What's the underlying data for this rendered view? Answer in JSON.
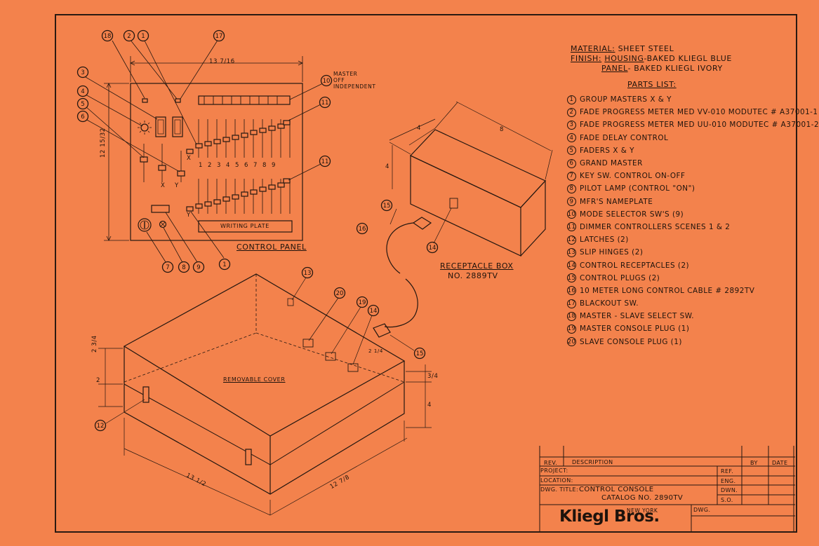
{
  "spec": {
    "material_label": "MATERIAL:",
    "material_value": "SHEET STEEL",
    "finish_label": "FINISH:",
    "housing_label": "HOUSING",
    "housing_value": "-BAKED KLIEGL BLUE",
    "panel_label": "PANEL",
    "panel_value": "- BAKED KLIEGL IVORY"
  },
  "parts_list": {
    "title": "PARTS LIST:",
    "items": [
      {
        "num": "1",
        "label": "GROUP MASTERS X & Y"
      },
      {
        "num": "2",
        "label": "FADE PROGRESS METER MED VV-010 MODUTEC # A37001-1"
      },
      {
        "num": "3",
        "label": "FADE PROGRESS METER MED UU-010 MODUTEC # A37001-2"
      },
      {
        "num": "4",
        "label": "FADE DELAY CONTROL"
      },
      {
        "num": "5",
        "label": "FADERS X & Y"
      },
      {
        "num": "6",
        "label": "GRAND MASTER"
      },
      {
        "num": "7",
        "label": "KEY SW. CONTROL ON-OFF"
      },
      {
        "num": "8",
        "label": "PILOT LAMP (CONTROL \"ON\")"
      },
      {
        "num": "9",
        "label": "MFR'S NAMEPLATE"
      },
      {
        "num": "10",
        "label": "MODE SELECTOR SW'S (9)"
      },
      {
        "num": "11",
        "label": "DIMMER CONTROLLERS SCENES 1 & 2"
      },
      {
        "num": "12",
        "label": "LATCHES (2)"
      },
      {
        "num": "13",
        "label": "SLIP HINGES (2)"
      },
      {
        "num": "14",
        "label": "CONTROL RECEPTACLES (2)"
      },
      {
        "num": "15",
        "label": "CONTROL PLUGS (2)"
      },
      {
        "num": "16",
        "label": "10 METER LONG CONTROL CABLE # 2892TV"
      },
      {
        "num": "17",
        "label": "BLACKOUT SW."
      },
      {
        "num": "18",
        "label": "MASTER - SLAVE SELECT SW."
      },
      {
        "num": "19",
        "label": "MASTER CONSOLE PLUG (1)"
      },
      {
        "num": "20",
        "label": "SLAVE CONSOLE PLUG (1)"
      }
    ]
  },
  "control_panel": {
    "caption": "CONTROL PANEL",
    "writing_plate": "WRITING PLATE",
    "width_dim": "13 7/16",
    "height_dim": "12 15/32",
    "fader_numbers": [
      "1",
      "2",
      "3",
      "4",
      "5",
      "6",
      "7",
      "8",
      "9"
    ],
    "master_note": "MASTER\nOFF\nINDEPENDENT",
    "x_label": "X",
    "y_label": "Y"
  },
  "receptacle_box": {
    "caption": "RECEPTACLE BOX",
    "number": "NO. 2889TV",
    "dim_width": "8",
    "dim_depth": "4",
    "dim_height": "4"
  },
  "console": {
    "cover_label": "REMOVABLE COVER",
    "dim_left": "13 1/2",
    "dim_right": "12 7/8",
    "dim_top_height": "2 3/4",
    "dim_lower_height": "2",
    "dim_right_height": "4",
    "dim_right_top": "3/4",
    "dim_small": "2 1/4"
  },
  "title_block": {
    "rev": "REV.",
    "description": "DESCRIPTION",
    "by": "BY",
    "date": "DATE",
    "project": "PROJECT:",
    "location": "LOCATION:",
    "dwg_title_label": "DWG. TITLE:",
    "dwg_title_1": "CONTROL CONSOLE",
    "dwg_title_2": "CATALOG NO. 2890TV",
    "ref": "REF.",
    "eng": "ENG.",
    "dwn": "DWN.",
    "so": "S.O.",
    "dwg": "DWG.",
    "logo": "Kliegl Bros.",
    "logo_city": "NEW YORK"
  },
  "colors": {
    "paper": "#f3824c",
    "ink": "#1e130c"
  }
}
